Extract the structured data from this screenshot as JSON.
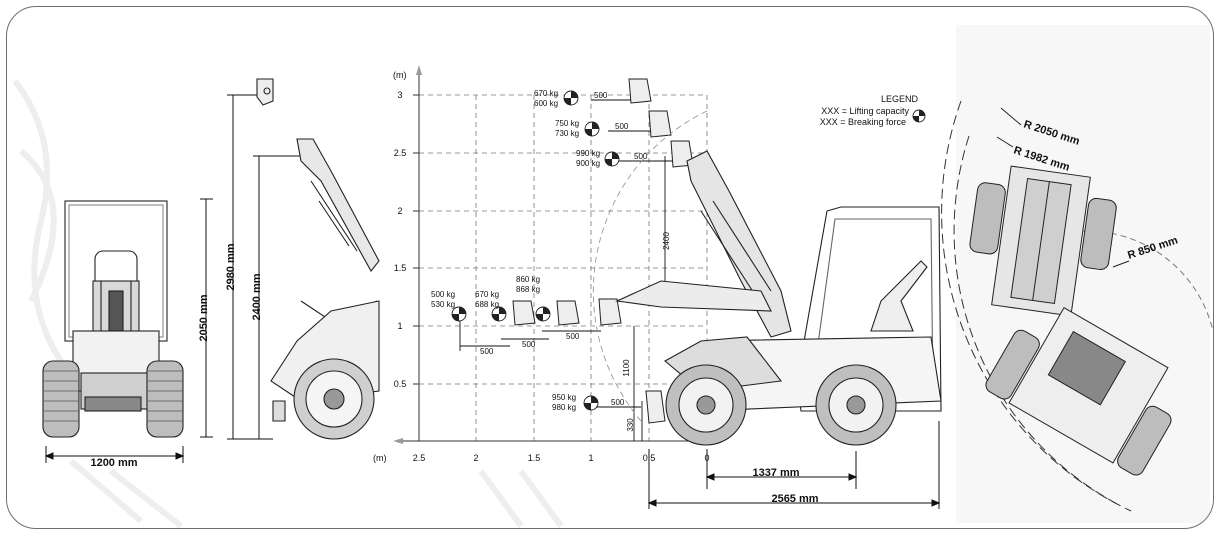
{
  "front_view": {
    "width_dim": "1200 mm",
    "height_dim": "2050 mm"
  },
  "side_view": {
    "max_height_dim": "2980 mm",
    "pin_height_dim": "2400 mm"
  },
  "legend": {
    "title": "LEGEND",
    "lifting": "XXX = Lifting capacity",
    "breaking": "XXX = Breaking force"
  },
  "axes": {
    "y_unit": "(m)",
    "x_unit": "(m)",
    "y_ticks": [
      "3",
      "2.5",
      "2",
      "1.5",
      "1",
      "0.5"
    ],
    "x_ticks": [
      "2.5",
      "2",
      "1.5",
      "1",
      "0.5",
      "0"
    ]
  },
  "load_points": [
    {
      "lift": "670 kg",
      "break": "600 kg"
    },
    {
      "lift": "750 kg",
      "break": "730 kg"
    },
    {
      "lift": "990 kg",
      "break": "900 kg"
    },
    {
      "lift": "500 kg",
      "break": "530 kg"
    },
    {
      "lift": "670 kg",
      "break": "688 kg"
    },
    {
      "lift": "860 kg",
      "break": "868 kg"
    },
    {
      "lift": "950 kg",
      "break": "980 kg"
    }
  ],
  "offsets": [
    "500",
    "500",
    "500",
    "500",
    "500",
    "500",
    "500"
  ],
  "heights": {
    "v2400": "2400",
    "v1100": "1100",
    "v330": "330"
  },
  "lengths": {
    "wheelbase": "1337 mm",
    "overall": "2565 mm"
  },
  "turning": {
    "outer": "R 2050 mm",
    "inner": "R 1982 mm",
    "inside": "R 850 mm"
  }
}
